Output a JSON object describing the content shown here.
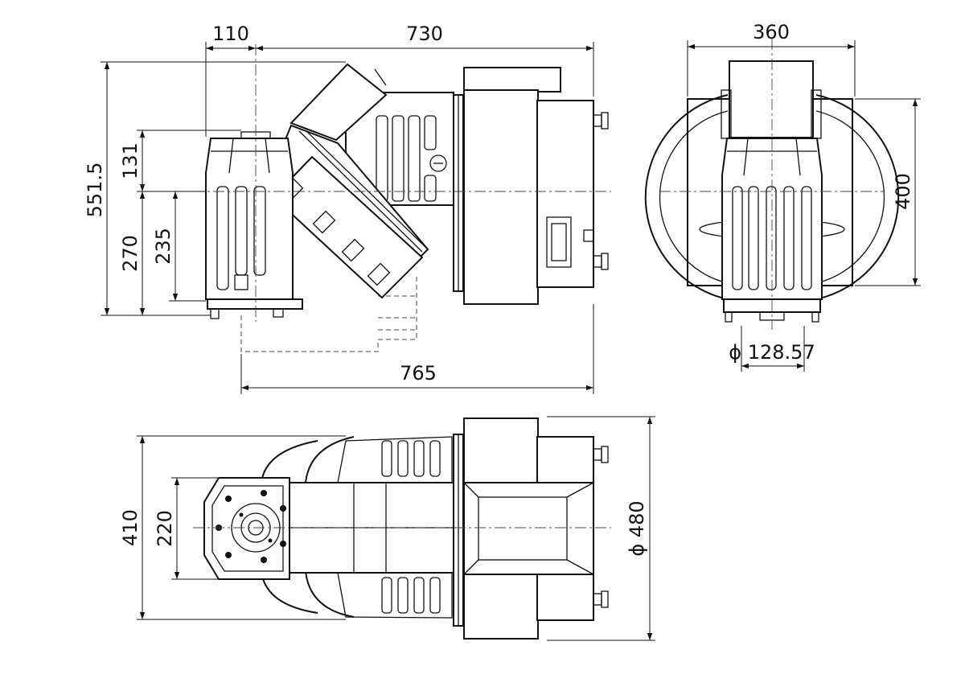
{
  "colors": {
    "line": "#111111",
    "background": "#ffffff"
  },
  "dimensions": {
    "width_110": "110",
    "width_730": "730",
    "width_360": "360",
    "height_5515": "551.5",
    "height_131": "131",
    "height_270": "270",
    "height_235": "235",
    "height_400": "400",
    "bore_12857": "ϕ 128.57",
    "length_765": "765",
    "width_410": "410",
    "width_220": "220",
    "dia_480": "ϕ 480"
  }
}
